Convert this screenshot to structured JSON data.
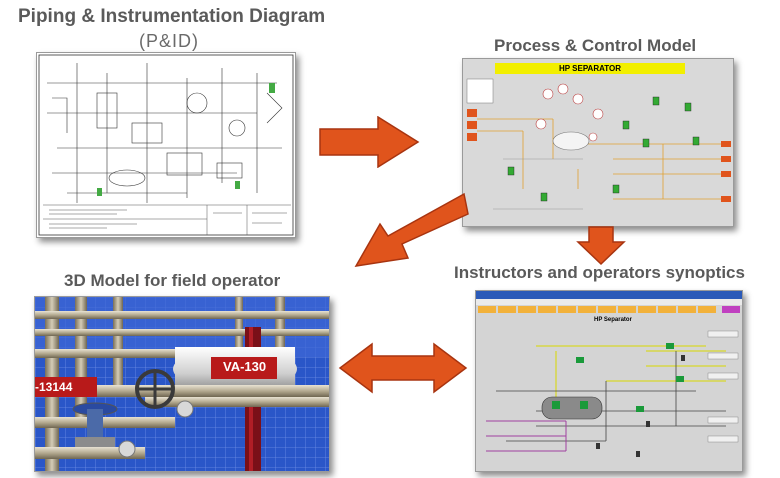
{
  "pid": {
    "title": "Piping & Instrumentation Diagram",
    "subtitle": "(P&ID)"
  },
  "process": {
    "title": "Process & Control Model",
    "banner": "HP SEPARATOR"
  },
  "model3d": {
    "title": "3D Model for field operator",
    "tag_left": "-13144",
    "tag_right": "VA-130"
  },
  "synoptics": {
    "title": "Instructors and operators synoptics",
    "panel_label": "HP Separator"
  },
  "colors": {
    "arrow": "#e0541c",
    "heading": "#5a5a5a",
    "banner": "#f2ef00",
    "scene_blue": "#2a56c8"
  }
}
